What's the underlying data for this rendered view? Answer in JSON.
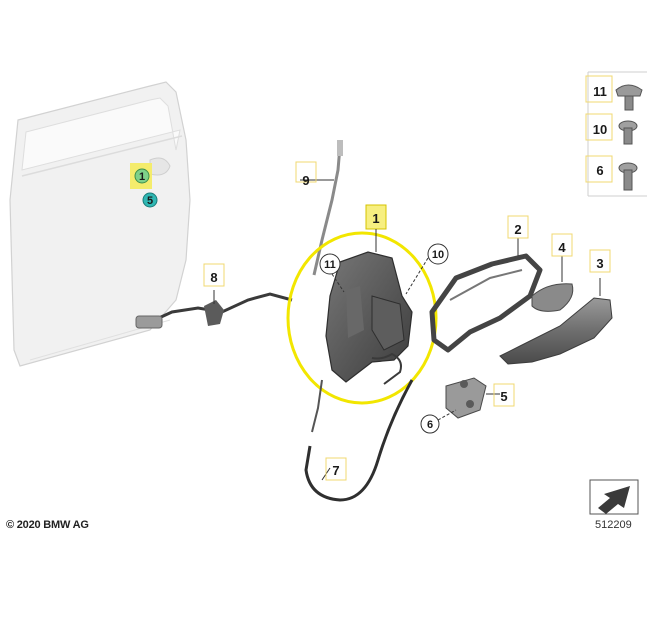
{
  "copyright": "© 2020 BMW AG",
  "diagram_number": "512209",
  "door": {
    "markers": [
      {
        "label": "1",
        "color": "#7fd18a",
        "highlight": "#f4ec6c"
      },
      {
        "label": "5",
        "color": "#2fb7b3"
      }
    ]
  },
  "parts": [
    {
      "id": "1",
      "highlighted": true
    },
    {
      "id": "2"
    },
    {
      "id": "3"
    },
    {
      "id": "4"
    },
    {
      "id": "5"
    },
    {
      "id": "6"
    },
    {
      "id": "7"
    },
    {
      "id": "8"
    },
    {
      "id": "9"
    },
    {
      "id": "10"
    },
    {
      "id": "11"
    }
  ],
  "lock_callouts": [
    "11",
    "10"
  ],
  "legend_screws": [
    "11",
    "10",
    "6"
  ],
  "colors": {
    "highlight_ellipse": "#f2e600",
    "label_highlight": "#f7ef80",
    "part_dark": "#4d4d4d",
    "part_mid": "#7a7a7a",
    "door": "#f0f0f0"
  }
}
